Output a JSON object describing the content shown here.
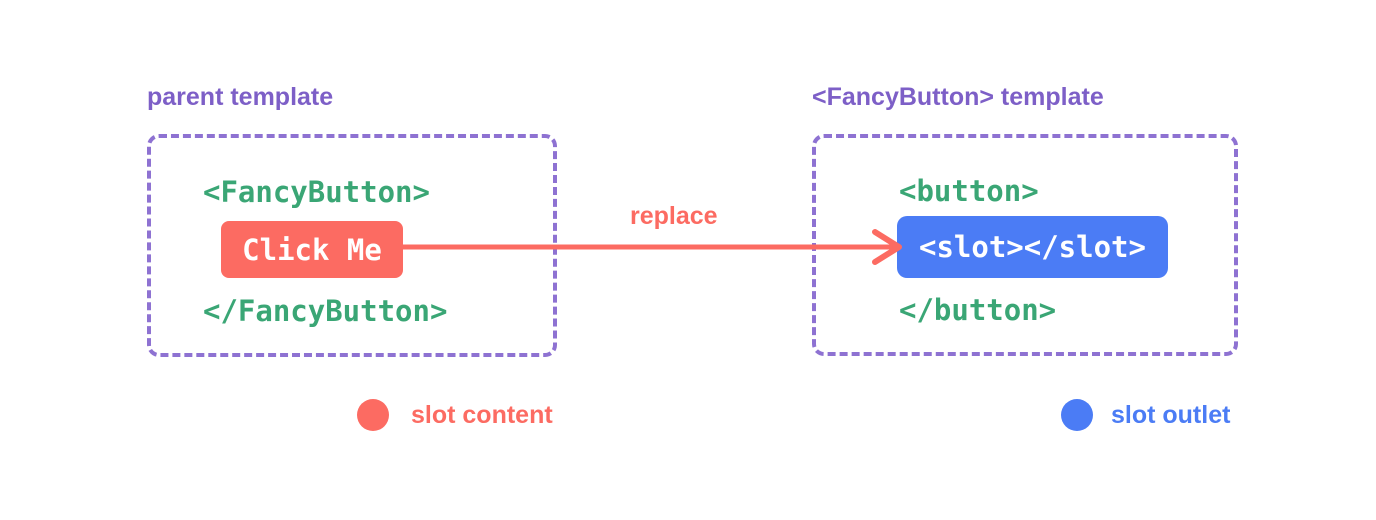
{
  "diagram_title": "Vue slot content replacement diagram",
  "colors": {
    "coral": "#FC6B62",
    "blue": "#4B7CF5",
    "green": "#3AA675",
    "purple_label": "#7D5FC7",
    "purple_border": "#8E72D2",
    "background": "#FFFFFF",
    "pill_text": "#FFFFFF"
  },
  "left_panel": {
    "title": "parent template",
    "code_open": "<FancyButton>",
    "button_label": "Click Me",
    "code_close": "</FancyButton>"
  },
  "arrow": {
    "label": "replace",
    "direction": "left-to-right"
  },
  "right_panel": {
    "title": "<FancyButton> template",
    "code_open": "<button>",
    "slot_label": "<slot></slot>",
    "code_close": "</button>"
  },
  "legend": [
    {
      "label": "slot content",
      "color": "#FC6B62"
    },
    {
      "label": "slot outlet",
      "color": "#4B7CF5"
    }
  ]
}
